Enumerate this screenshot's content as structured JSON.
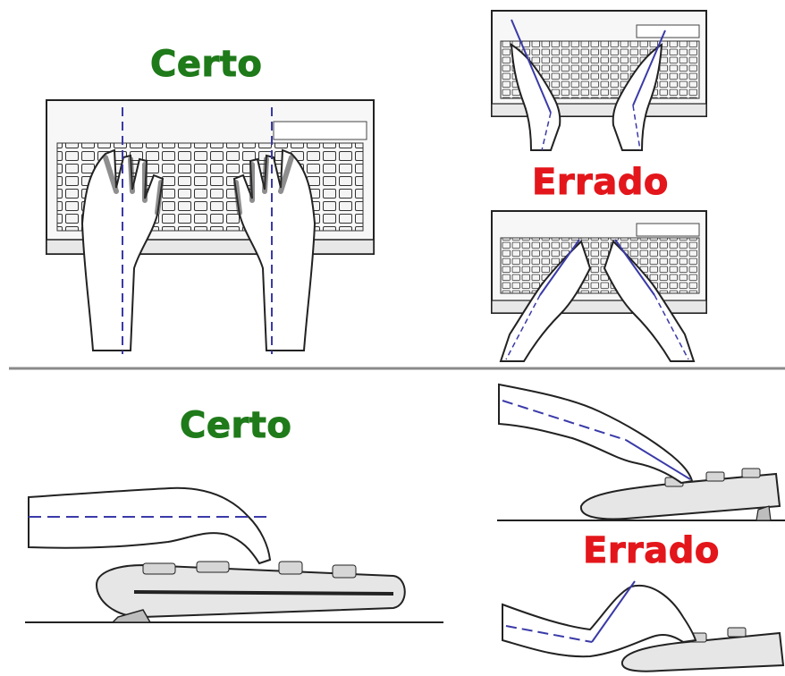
{
  "labels": {
    "top_certo": "Certo",
    "top_errado": "Errado",
    "bottom_certo": "Certo",
    "bottom_errado": "Errado"
  },
  "colors": {
    "certo": "#1f7a1a",
    "errado": "#e3161b",
    "guide_line": "#3a3aa8",
    "divider": "#8a8a8a"
  }
}
